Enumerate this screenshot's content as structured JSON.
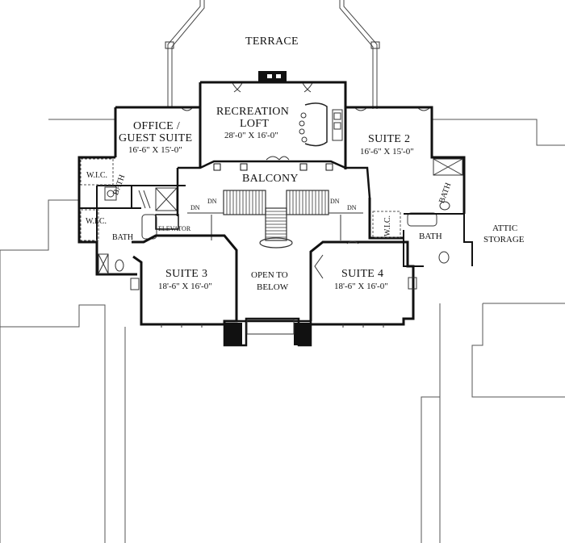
{
  "labels": {
    "terrace": "TERRACE",
    "recreation_title_1": "RECREATION",
    "recreation_title_2": "LOFT",
    "recreation_dim": "28'-0\" X 16'-0\"",
    "office_title_1": "OFFICE /",
    "office_title_2": "GUEST SUITE",
    "office_dim": "16'-6\" X 15'-0\"",
    "suite2_title": "SUITE 2",
    "suite2_dim": "16'-6\" X 15'-0\"",
    "balcony": "BALCONY",
    "wic_left_top": "W.I.C.",
    "bath_left_top": "BATH",
    "wic_left_bottom": "W.I.C.",
    "bath_left_bottom": "BATH",
    "elevator": "ELEVATOR",
    "dn_1": "DN",
    "dn_2": "DN",
    "dn_3": "DN",
    "dn_4": "DN",
    "suite3_title": "SUITE 3",
    "suite3_dim": "18'-6\" X 16'-0\"",
    "open_1": "OPEN TO",
    "open_2": "BELOW",
    "suite4_title": "SUITE 4",
    "suite4_dim": "18'-6\" X 16'-0\"",
    "wic_right": "W.I.C.",
    "bath_right": "BATH",
    "bath_right_top": "BATH",
    "attic_1": "ATTIC",
    "attic_2": "STORAGE"
  },
  "colors": {
    "wall": "#111111",
    "line": "#333333",
    "background": "#ffffff"
  }
}
